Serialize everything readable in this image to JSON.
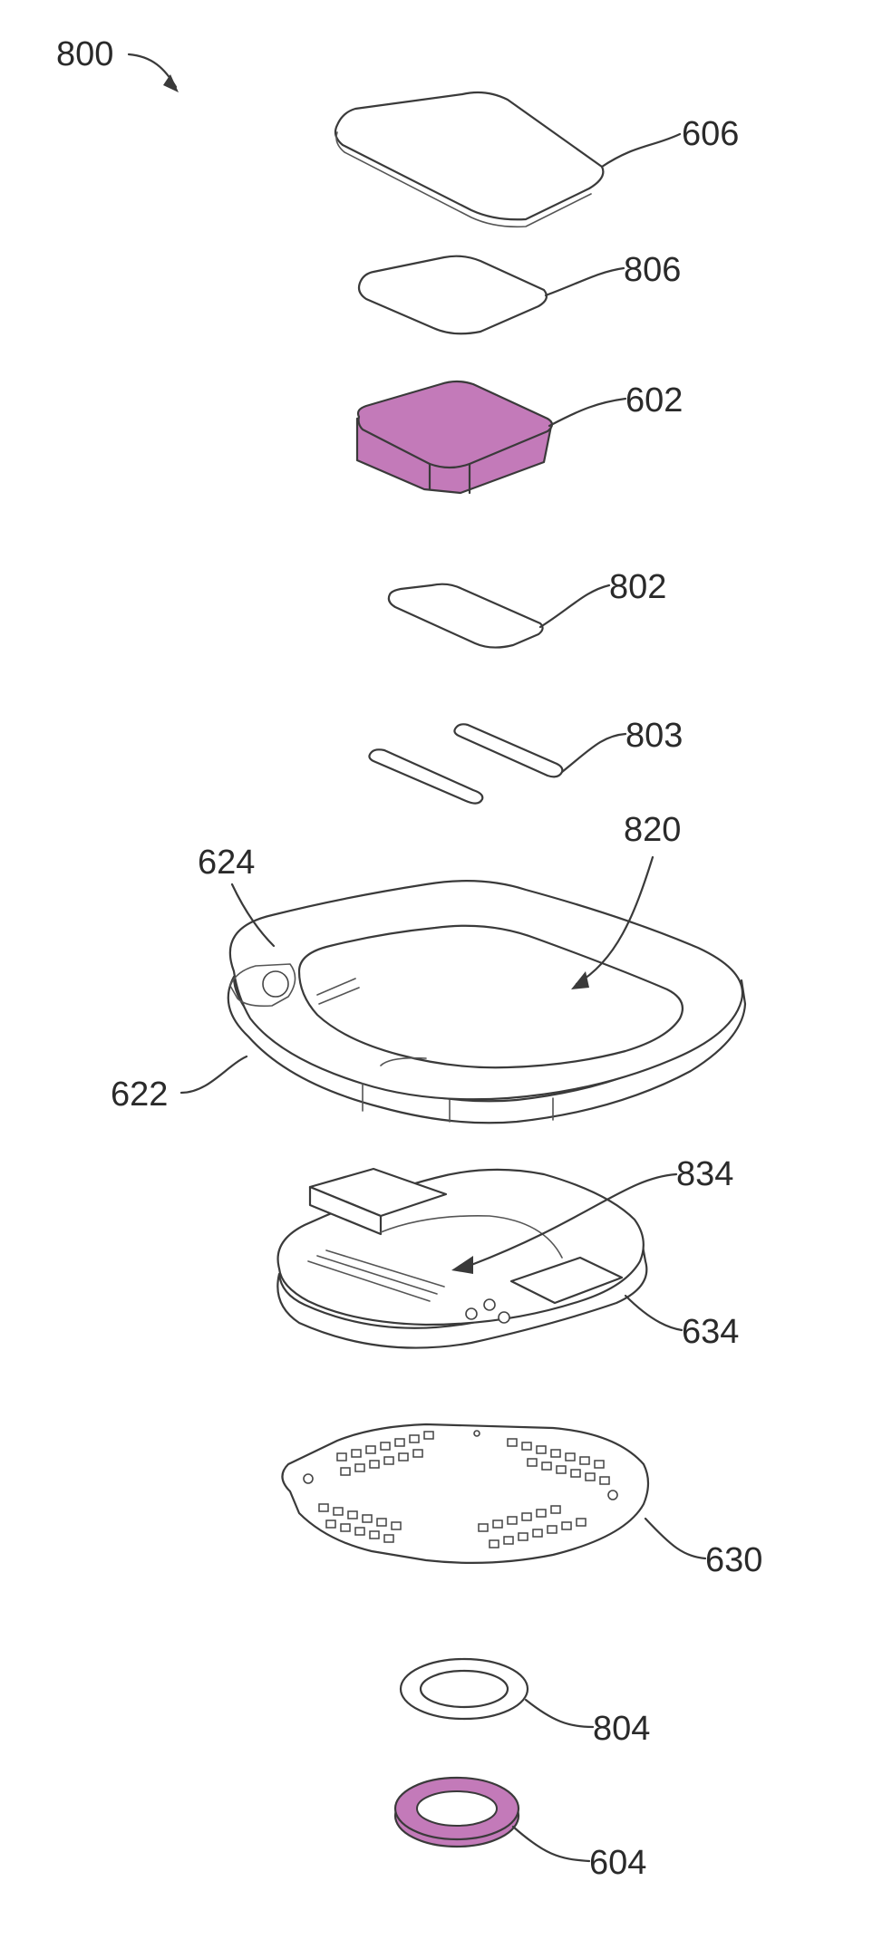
{
  "figure": {
    "assembly_label": "800",
    "colors": {
      "highlight": "#c37ab9",
      "line": "#3a3a3a",
      "background": "#ffffff"
    },
    "labels": {
      "l606": "606",
      "l806": "806",
      "l602": "602",
      "l802": "802",
      "l803": "803",
      "l820": "820",
      "l624": "624",
      "l622": "622",
      "l834": "834",
      "l634": "634",
      "l630": "630",
      "l804": "804",
      "l604": "604"
    }
  }
}
